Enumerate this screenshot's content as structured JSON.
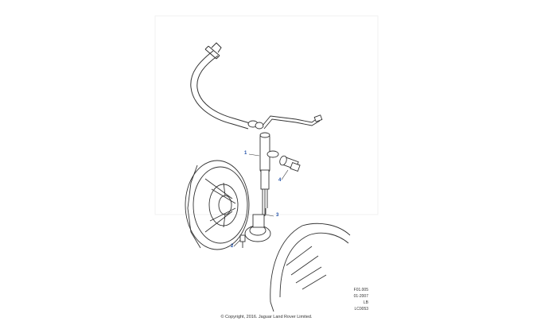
{
  "callouts": {
    "c1": "1",
    "c2": "2",
    "c3": "3",
    "c4": "4"
  },
  "reference": {
    "line1": "F01.005",
    "line2": "01-2007",
    "line3": "LB",
    "line4": "LC0053"
  },
  "copyright": "© Copyright, 2016. Jaguar Land Rover Limited."
}
